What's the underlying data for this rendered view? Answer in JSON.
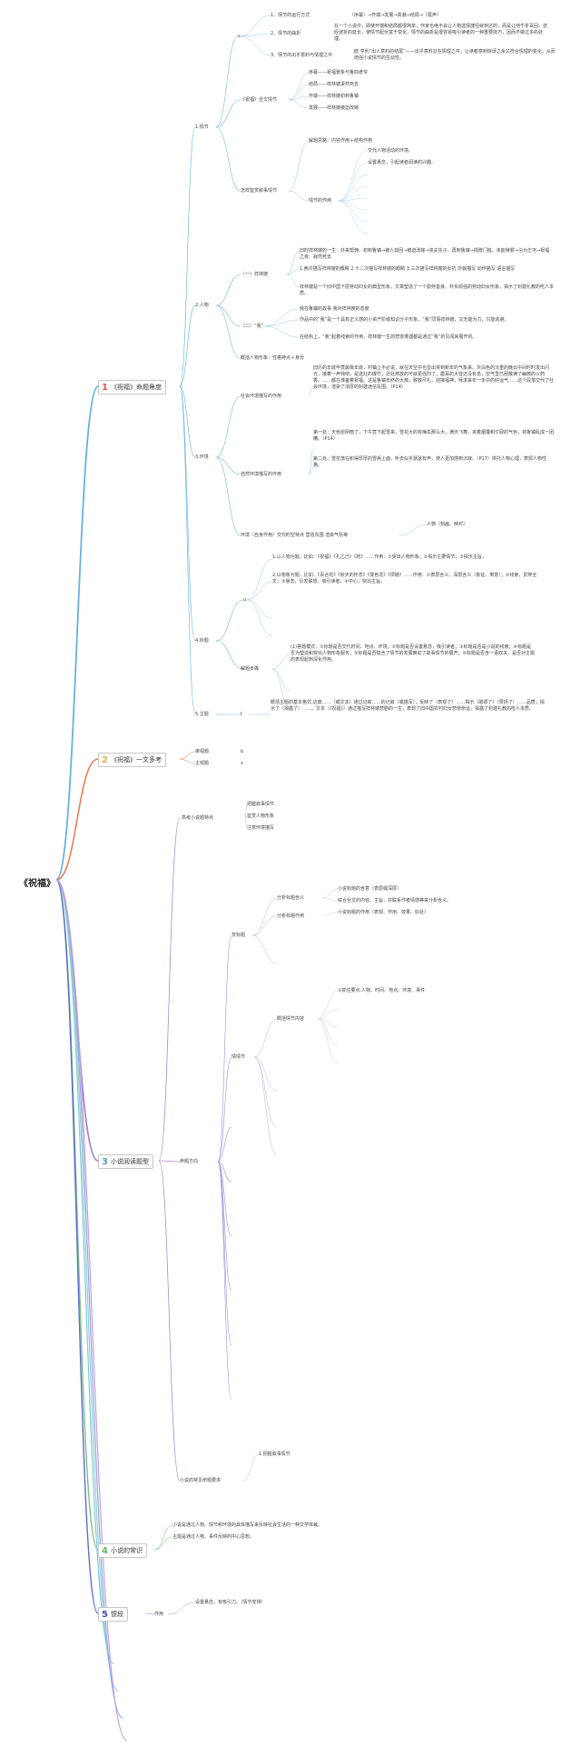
{
  "root": "《祝福》",
  "branches": [
    {
      "num": "1",
      "label": "《祝福》命题角度",
      "color": "#d9534f"
    },
    {
      "num": "2",
      "label": "《祝福》一文多考",
      "color": "#f0ad4e"
    },
    {
      "num": "3",
      "label": "小说阅读题型",
      "color": "#5b9bd5"
    },
    {
      "num": "4",
      "label": "小说的常识",
      "color": "#5cb85c"
    },
    {
      "num": "5",
      "label": "惯段",
      "color": "#3f51b5"
    }
  ],
  "b1": {
    "plot": "1.情节",
    "plot_s": "s",
    "p1": "1、情节的运行方式",
    "p1d": "（序幕）→开端→发展→高潮→结局→（尾声）",
    "p2": "2、情节的曲折",
    "p2d": "在一个小说中，即使开端和结局都很简单，作家也绝不会让人物选择捷径就到达的，而是让他千折百回、迭经波折的延长，使情节起伏富于变化，情节的曲折是很容易吸引读者的一种重要技巧，因而不做过多的处理。",
    "p3": "3、情节的出乎意料与情理之中",
    "p3d": "欧·亨利“出人意料的结尾”——出乎意料又在情理之中；让读者感到惊讶之余又符合情理的变化，从而增强小说情节的生动性。",
    "full": "《祝福》全文情节",
    "f1": "序幕——祝福景象与鲁四老爷",
    "f2": "结局——祥林嫂凄然死去",
    "f3": "开端——祥林嫂初到鲁镇",
    "f4": "发展——祥林嫂被迫改嫁",
    "appr": "怎样鉴赏叙事情节",
    "a1": "解题思路：内容作用＋结构作用",
    "afunc": "情节的作用",
    "af1": "交代人物活动的环境。",
    "af2": "设置悬念，引起读者阅读的兴趣。",
    "char": "2.人物",
    "xl": "（一）祥林嫂",
    "xl1": "旧时祥林嫂的一生：外来帮佣、初到鲁镇→被人劫回→被迫改嫁→丧夫失子、再到鲁镇→捐赠门槛、未能赎罪→沦为乞丐→祝福之夜、寂然死去",
    "xl2": "1.两次描写祥林嫂的眼睛 2.十二次描写祥林嫂的眼睛 3.三次描写祥林嫂的反抗 外貌描写 动作描写 语言描写",
    "xl3": "祥林嫂是一个旧中国下层劳动妇女的典型形象，文章塑造了一个勤劳善良、朴实顽强的劳动妇女形象，揭示了封建礼教的吃人本质。",
    "wo": "（二）“我”",
    "wo1": "我在鲁镇的故事 我对祥林嫂的态度",
    "wo2": "作品中的“我”是一个具有正义感的小资产阶级知识分子形象，“我”同情祥林嫂，又无能为力，只能逃避。",
    "wo3": "在结构上，“我”起着线索的作用，祥林嫂一生的悲惨遭遇都是通过“我”的见闻来展开的。",
    "cmethod": "概括人物形象：性格特点＋身份",
    "env": "3.环境",
    "soc": "社会环境描写的作用",
    "soc1": "旧历的年底毕竟最像年底，村镇上不必说，就在天空中也显出将到新年的气象来。灰白色的沉重的晚云中间时时发出闪光，接着一声钝响，是送灶的爆竹；近处燃放的可就更强烈了，震耳的大音还没有息，空气里已经散满了幽微的火药香。……都在准备着祝福。这是鲁镇年终的大典，致敬尽礼，迎接福神，拜求来年一年中的好运气……这个段落交代了社会环境，渲染了浓厚的封建迷信氛围。（P14）",
    "nat": "自然环境描写的作用",
    "nat1": "第一处：天色愈阴暗了，下午竟下起雪来，雪花大的有梅花那么大，满天飞舞，夹着烟霭和忙碌的气色，将鲁镇乱成一团糟。（P14）",
    "nat2": "第二处：雪花落在积得厚厚的雪褥上面，听去似乎瑟瑟有声，使人更加感到沉寂。（P17）烘托人物心理，表现人物性格。",
    "envsum": "环境（自身作用）交代时空特点 营造氛围 渲染气氛等",
    "envsum2": "人物（刻画、映衬）",
    "title": "4.标题",
    "tu": "u",
    "t1": "1.以人物为题。比如：《祝福》《孔乙己》《药》……作用：①突出人物形象；②揭示主要情节；③揭示主旨。",
    "t2": "2.以物象为题。比如：《百合花》《秋天的怀念》《变色龙》《项链》……作用：①表层含义，深层含义（象征、寓意）；②线索，贯穿全文；③悬念，引发联想，吸引读者；④中心，突出主旨。",
    "tsteps": "解题步骤",
    "ts1": "(1)答题模式：①标题是否交代时间、地点、环境；②标题是否设置悬念，吸引读者；③标题是否是小说的线索；④标题是否为塑造和突出人物形象服务；⑤标题是否隐含了情节的发展推动了故事情节的展开；⑥标题是否含一语双关，是否对主题的表现起到深化作用。",
    "theme": "5.主题",
    "theme_t": "t",
    "th1": "概括主题的基本格式:这篇……（或文本）通过记叙……的记叙（或描写），反映了（表现了）……揭示（歌颂了）（赞扬了）……品质；揭示了（揭露了）……。文本（《祝福》）通过描写祥林嫂悲剧的一生，表现了旧中国农村妇女悲惨命运，揭露了封建礼教的吃人本质。"
  },
  "b2": {
    "i1": "审视题",
    "i1v": "b",
    "i2": "主观题",
    "i2v": "v"
  },
  "b3": {
    "feat": "高考小说题特点",
    "fe1": "把握叙事情节",
    "fe2": "鉴赏人物形象",
    "fe3": "注意环境描写",
    "dir": "命题方向",
    "tq": "赏标题",
    "tq1": "分析标题含义",
    "tq1a": "小说标题的含意（表层或深层）",
    "tq1b": "综合全文的内容、主旨，并联系作者情感等来分析含义。",
    "tq2": "分析标题作用",
    "tq2a": "小说标题的作用（表现、作用、效果、好处）",
    "pq": "情情节",
    "pq1": "概括情节内容",
    "pq1a": "①抓住要点:人物、时间、地点、环境、事件",
    "req": "小说的常见命题要求",
    "req1": "1.把握叙事情节"
  },
  "b4": {
    "k1": "小说是通过人物、情节和环境的具体描写来反映社会生活的一种文学体裁。",
    "k2": "主题是通过人物、事件反映的中心思想。"
  },
  "b5": {
    "use": "作用",
    "use1": "设置悬念，有吸引力。（情节安排）"
  }
}
